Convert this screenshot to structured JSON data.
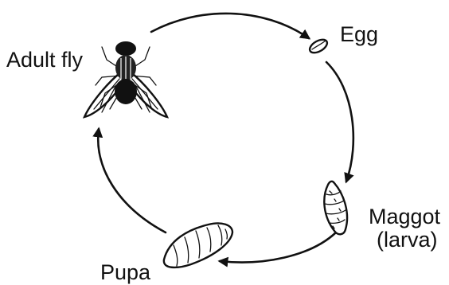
{
  "diagram": {
    "stages": {
      "adult": "Adult fly",
      "egg": "Egg",
      "maggot_line1": "Maggot",
      "maggot_line2": "(larva)",
      "pupa": "Pupa"
    },
    "icons": {
      "adult": "fly-icon",
      "egg": "egg-icon",
      "maggot": "maggot-icon",
      "pupa": "pupa-icon"
    },
    "colors": {
      "ink": "#111111",
      "background": "#ffffff"
    }
  }
}
